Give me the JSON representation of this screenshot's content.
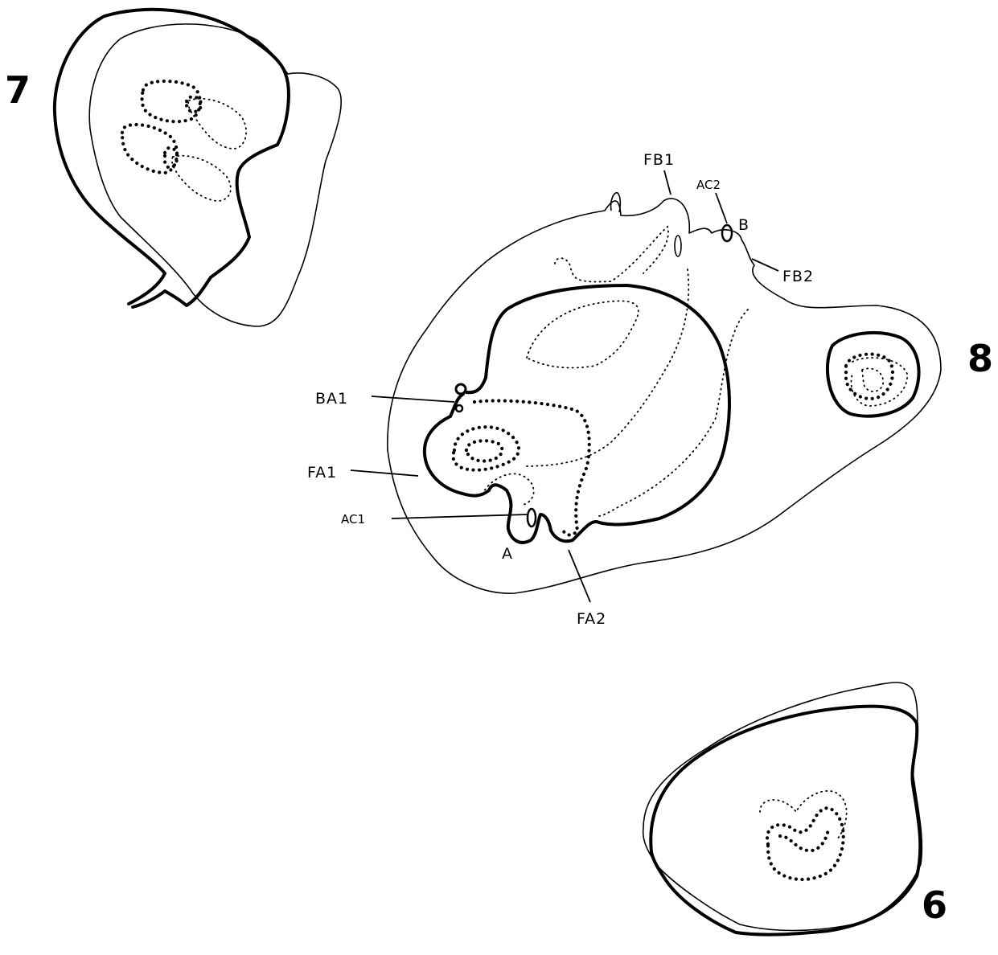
{
  "figures": [
    {
      "number": "7"
    },
    {
      "number": "8"
    },
    {
      "number": "6"
    }
  ],
  "labels": {
    "fb1": "FB1",
    "ac2": "AC2",
    "b": "B",
    "fb2": "FB2",
    "ba1": "BA1",
    "fa1": "FA1",
    "ac1": "AC1",
    "a": "A",
    "fa2": "FA2"
  }
}
